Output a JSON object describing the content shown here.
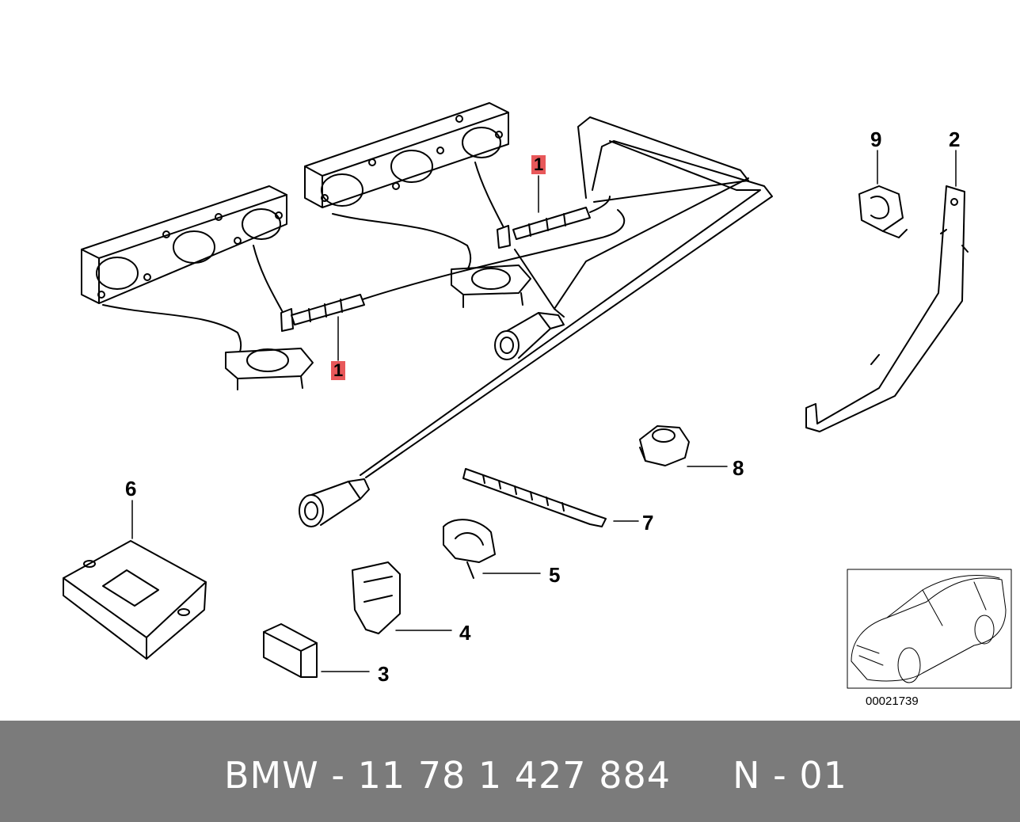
{
  "callouts": [
    {
      "label": "1",
      "highlight": true
    },
    {
      "label": "1",
      "highlight": true
    },
    {
      "label": "9",
      "highlight": false
    },
    {
      "label": "2",
      "highlight": false
    },
    {
      "label": "8",
      "highlight": false
    },
    {
      "label": "6",
      "highlight": false
    },
    {
      "label": "7",
      "highlight": false
    },
    {
      "label": "5",
      "highlight": false
    },
    {
      "label": "4",
      "highlight": false
    },
    {
      "label": "3",
      "highlight": false
    }
  ],
  "reference_code": "00021739",
  "footer": {
    "text": "BMW - 11 78 1 427 884     N - 01"
  },
  "colors": {
    "highlight": "#e8585a",
    "footer_bg": "#7b7b7b",
    "footer_text": "#ffffff",
    "line": "#000000"
  }
}
